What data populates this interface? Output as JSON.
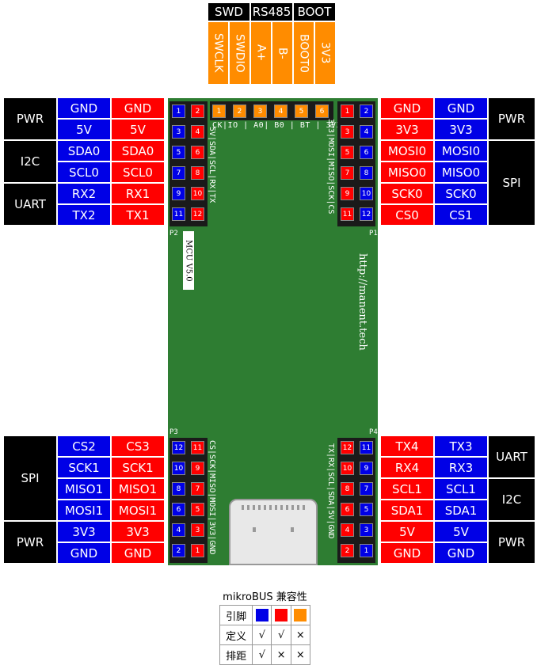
{
  "top_headers": [
    "SWD",
    "RS485",
    "BOOT"
  ],
  "top_pins": [
    "SWCLK",
    "SWDIO",
    "A+",
    "B-",
    "BOOT0",
    "3V3"
  ],
  "left_top": {
    "groups": [
      {
        "label": "PWR",
        "rows": [
          [
            "GND",
            "GND"
          ],
          [
            "5V",
            "5V"
          ]
        ]
      },
      {
        "label": "I2C",
        "rows": [
          [
            "SDA0",
            "SDA0"
          ],
          [
            "SCL0",
            "SCL0"
          ]
        ]
      },
      {
        "label": "UART",
        "rows": [
          [
            "RX2",
            "RX1"
          ],
          [
            "TX2",
            "TX1"
          ]
        ]
      }
    ]
  },
  "right_top": {
    "groups": [
      {
        "label": "PWR",
        "rows": [
          [
            "GND",
            "GND"
          ],
          [
            "3V3",
            "3V3"
          ]
        ]
      },
      {
        "label": "SPI",
        "rows": [
          [
            "MOSI0",
            "MOSI0"
          ],
          [
            "MISO0",
            "MISO0"
          ],
          [
            "SCK0",
            "SCK0"
          ],
          [
            "CS0",
            "CS1"
          ]
        ]
      }
    ]
  },
  "left_bottom": {
    "groups": [
      {
        "label": "SPI",
        "rows": [
          [
            "CS2",
            "CS3"
          ],
          [
            "SCK1",
            "SCK1"
          ],
          [
            "MISO1",
            "MISO1"
          ],
          [
            "MOSI1",
            "MOSI1"
          ]
        ]
      },
      {
        "label": "PWR",
        "rows": [
          [
            "3V3",
            "3V3"
          ],
          [
            "GND",
            "GND"
          ]
        ]
      }
    ]
  },
  "right_bottom": {
    "groups": [
      {
        "label": "UART",
        "rows": [
          [
            "TX4",
            "TX3"
          ],
          [
            "RX4",
            "RX3"
          ]
        ]
      },
      {
        "label": "I2C",
        "rows": [
          [
            "SCL1",
            "SCL1"
          ],
          [
            "SDA1",
            "SDA1"
          ]
        ]
      },
      {
        "label": "PWR",
        "rows": [
          [
            "5V",
            "5V"
          ],
          [
            "GND",
            "GND"
          ]
        ]
      }
    ]
  },
  "board": {
    "top_row_pins": [
      "1",
      "2",
      "3",
      "4",
      "5",
      "6"
    ],
    "top_silk": "CK|IO | A0| B0 | BT | 3V3",
    "p2_silk": "5V|SDA|SCL|RX|TX",
    "p1_silk": "3V3|MOSI|MISO|SCK|CS",
    "p3_silk": "CS|SCK|MISO|MOSI|3V3|GND",
    "p4_silk": "TX|RX|SCL|SDA|5V|GND",
    "mcu_label": "MCU V5.0",
    "url": "http://manent.tech",
    "header_labels": [
      "P1",
      "P2",
      "P3",
      "P4"
    ],
    "pin_numbers": [
      "1",
      "2",
      "3",
      "4",
      "5",
      "6",
      "7",
      "8",
      "9",
      "10",
      "11",
      "12"
    ]
  },
  "legend": {
    "title": "mikroBUS 兼容性",
    "row_labels": [
      "引脚",
      "定义",
      "排距"
    ],
    "swatch_colors": [
      "#0000e6",
      "#ff0000",
      "#ff8c00"
    ],
    "define": [
      "√",
      "√",
      "×"
    ],
    "pitch": [
      "√",
      "×",
      "×"
    ]
  }
}
